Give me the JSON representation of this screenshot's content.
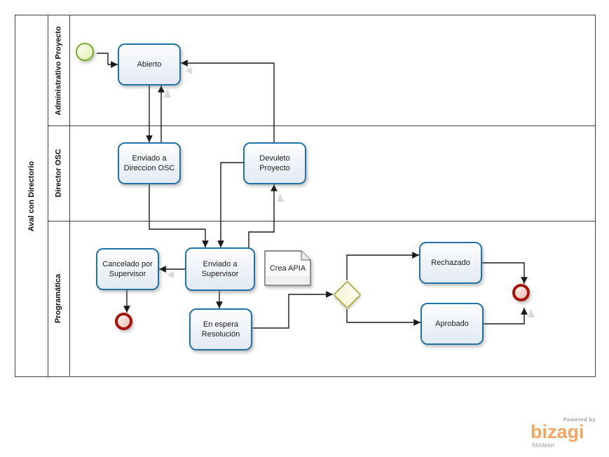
{
  "pool": {
    "label": "Aval con Directorio"
  },
  "lanes": [
    {
      "label": "Administrativo Proyecto"
    },
    {
      "label": "Director OSC"
    },
    {
      "label": "Programática"
    }
  ],
  "nodes": {
    "abierto": {
      "label": "Abierto",
      "type": "task"
    },
    "enviado_direccion": {
      "label": "Enviado a Direccion OSC",
      "type": "task"
    },
    "devuleto": {
      "label": "Devuleto Proyecto",
      "type": "task"
    },
    "cancelado": {
      "label": "Cancelado por Supervisor",
      "type": "task"
    },
    "enviado_supervisor": {
      "label": "Enviado a Supervisor",
      "type": "task"
    },
    "en_espera": {
      "label": "En espera Resolución",
      "type": "task"
    },
    "rechazado": {
      "label": "Rechazado",
      "type": "task"
    },
    "aprobado": {
      "label": "Aprobado",
      "type": "task"
    },
    "crea_apia": {
      "label": "Crea APIA",
      "type": "document"
    },
    "start_event": {
      "label": "",
      "type": "start-event"
    },
    "end_event_cancelado": {
      "label": "",
      "type": "end-event"
    },
    "end_event_resolucion": {
      "label": "",
      "type": "end-event"
    },
    "gateway": {
      "label": "",
      "type": "exclusive-gateway"
    }
  },
  "branding": {
    "powered_by": "Powered by",
    "brand": "bizagi",
    "product": "Modeler"
  },
  "colors": {
    "task_border": "#2173a5",
    "task_fill": "#e3eaf4",
    "start_event_border": "#78ad2a",
    "start_event_fill": "#e4f2ba",
    "end_event_border": "#a51309",
    "end_event_fill": "#efc0b8",
    "gateway_border": "#b2b04b",
    "gateway_fill": "#fbfae3",
    "flow_line": "#1a1a1a",
    "lane_border": "#3f3f3f",
    "brand_orange": "#f2a661",
    "brand_gray": "#9ba1a8"
  }
}
